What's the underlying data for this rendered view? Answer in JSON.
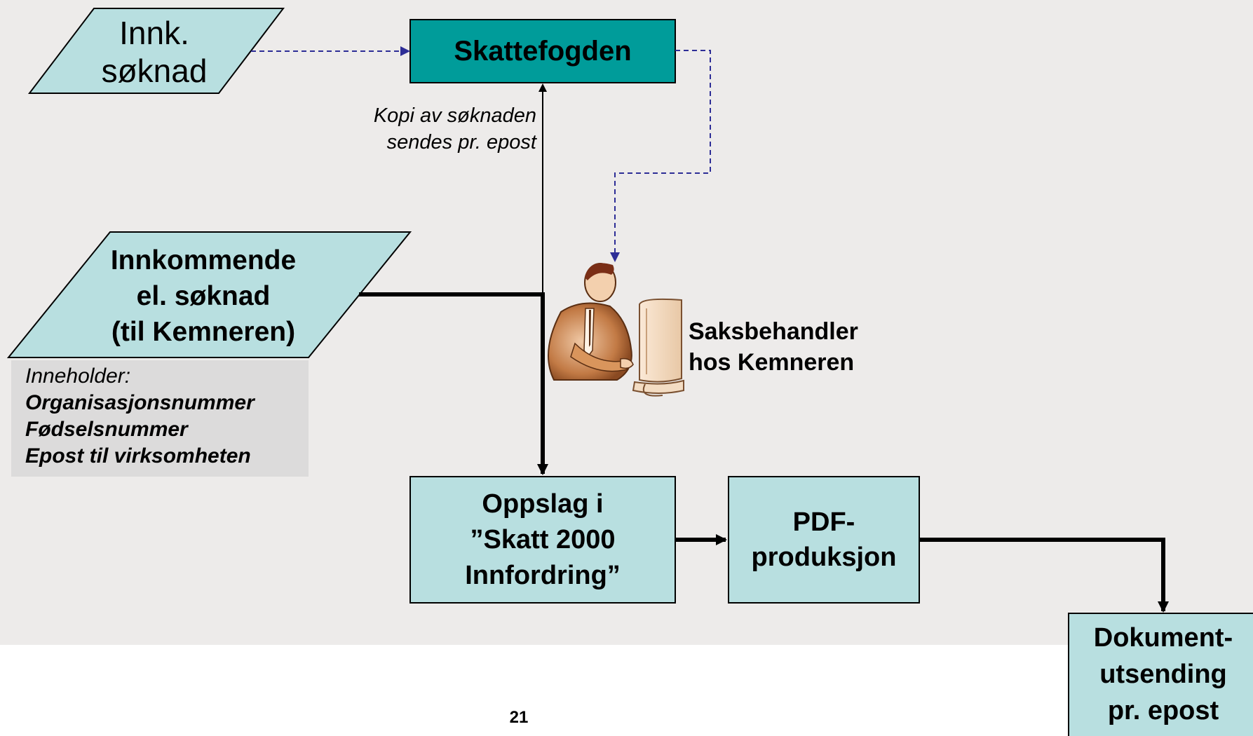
{
  "nodes": {
    "innk_soknad": {
      "line1": "Innk.",
      "line2": "søknad"
    },
    "skattefogden": {
      "label": "Skattefogden"
    },
    "innkommende": {
      "line1": "Innkommende",
      "line2": "el. søknad",
      "line3": "(til Kemneren)"
    },
    "info": {
      "heading": "Inneholder:",
      "items": [
        "Organisasjonsnummer",
        "Fødselsnummer",
        "Epost til virksomheten"
      ]
    },
    "saksbehandler": {
      "line1": "Saksbehandler",
      "line2": "hos Kemneren"
    },
    "oppslag": {
      "line1": "Oppslag i",
      "line2": "”Skatt 2000",
      "line3": "Innfordring”"
    },
    "pdf": {
      "line1": "PDF-",
      "line2": "produksjon"
    },
    "dokument": {
      "line1": "Dokument-",
      "line2": "utsending",
      "line3": "pr. epost"
    }
  },
  "annotations": {
    "kopi": {
      "line1": "Kopi av søknaden",
      "line2": "sendes pr. epost"
    }
  },
  "footer": {
    "page_number": "21"
  },
  "colors": {
    "light_box": "#b8dfe0",
    "teal_box": "#009c9a",
    "background": "#edebea",
    "dashed_arrow": "#2d2d96",
    "solid_arrow": "#000000"
  },
  "icons": {
    "saksbehandler": "person-at-computer-clipart"
  }
}
